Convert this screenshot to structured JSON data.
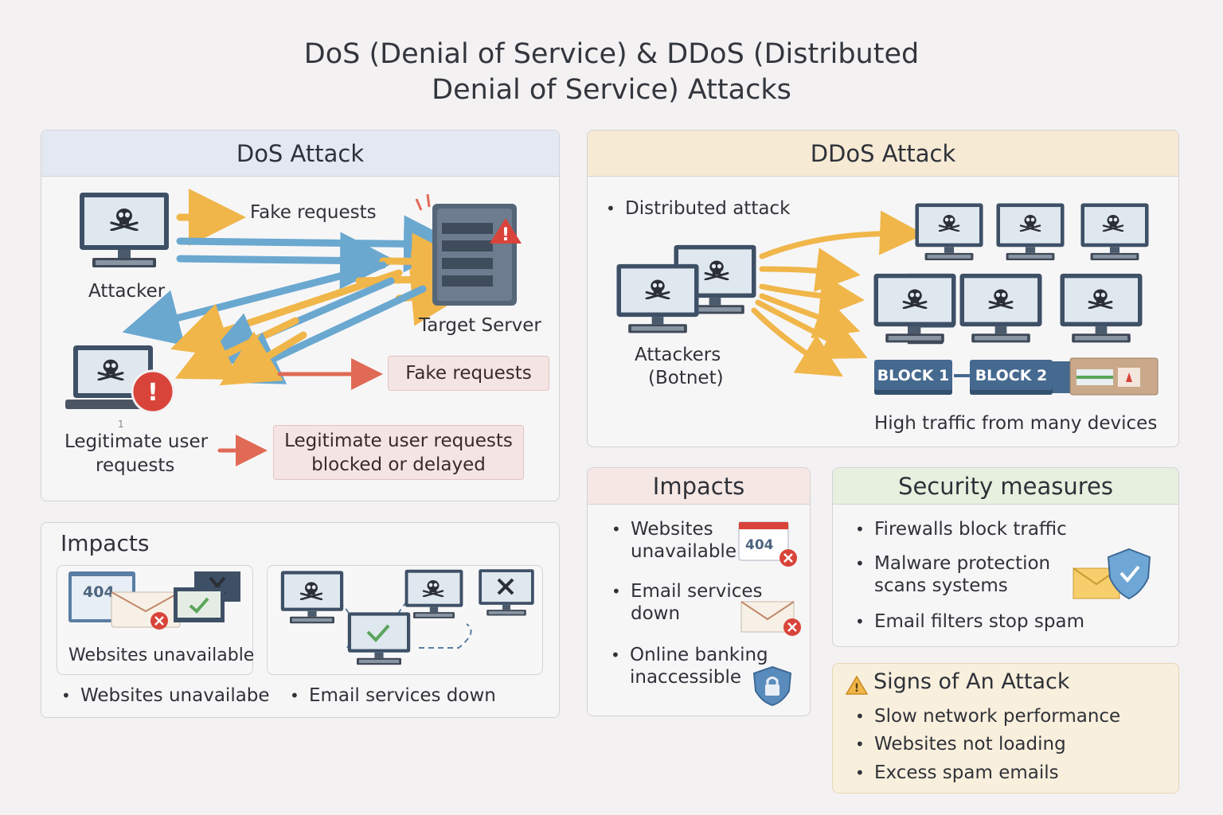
{
  "title": {
    "line1": "DoS (Denial of Service) & DDoS (Distributed",
    "line2": "Denial of Service) Attacks"
  },
  "dos": {
    "heading": "DoS Attack",
    "fake_requests_top": "Fake requests",
    "attacker": "Attacker",
    "target_server": "Target Server",
    "fake_requests_box": "Fake requests",
    "legit_line1": "Legitimate user",
    "legit_line2": "requests",
    "blocked_line1": "Legitimate user requests",
    "blocked_line2": "blocked or delayed",
    "small_mark": "1"
  },
  "dos_impacts": {
    "heading": "Impacts",
    "card_label": "Websites unavailable",
    "error_code": "404",
    "bullet1": "Websites unavailabe",
    "bullet2": "Email services down"
  },
  "ddos": {
    "heading": "DDoS Attack",
    "bullet": "Distributed attack",
    "attackers_line1": "Attackers",
    "attackers_line2": "(Botnet)",
    "block1": "BLOCK 1",
    "block2": "BLOCK 2",
    "caption": "High traffic from many devices"
  },
  "ddos_impacts": {
    "heading": "Impacts",
    "item1_line1": "Websites",
    "item1_line2": "unavailable",
    "error_code": "404",
    "item2_line1": "Email services",
    "item2_line2": "down",
    "item3_line1": "Online banking",
    "item3_line2": "inaccessible"
  },
  "security": {
    "heading": "Security measures",
    "item1": "Firewalls block traffic",
    "item2_line1": "Malware protection",
    "item2_line2": "scans systems",
    "item3": "Email filters stop spam"
  },
  "signs": {
    "heading": "Signs of An Attack",
    "item1": "Slow network performance",
    "item2": "Websites not loading",
    "item3": "Excess spam emails"
  },
  "colors": {
    "dos_header": "#e4e8f3",
    "ddos_header": "#f6ead5",
    "security_header": "#e7f0df",
    "impacts_header": "#f5e7e4",
    "signs_bg": "#f9efdd",
    "arrow_orange": "#f0b64a",
    "arrow_blue": "#6aa8d0",
    "arrow_red": "#e06a55"
  }
}
